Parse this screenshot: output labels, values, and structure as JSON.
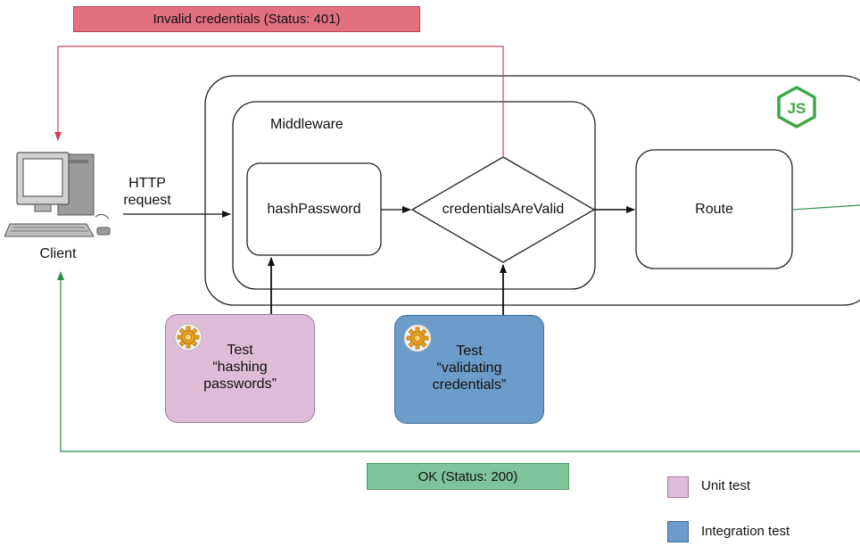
{
  "status": {
    "invalid": "Invalid credentials (Status: 401)",
    "ok": "OK (Status: 200)"
  },
  "client": {
    "label": "Client"
  },
  "request": {
    "line1": "HTTP",
    "line2": "request"
  },
  "middleware": {
    "label": "Middleware"
  },
  "nodes": {
    "hash_password": "hashPassword",
    "credentials_valid": "credentialsAreValid",
    "route": "Route"
  },
  "tests": {
    "unit": {
      "line1": "Test",
      "line2": "“hashing",
      "line3": "passwords”"
    },
    "integration": {
      "line1": "Test",
      "line2": "“validating",
      "line3": "credentials”"
    }
  },
  "legend": {
    "unit": "Unit test",
    "integration": "Integration test"
  },
  "logo": {
    "text": "JS"
  },
  "colors": {
    "error": "#e3707f",
    "success": "#7fc39a",
    "unit_test": "#dfbcd8",
    "integration_test": "#6b9cca",
    "node_green": "#3fa845",
    "error_line": "#c8455a",
    "success_line": "#2f8a4e"
  }
}
